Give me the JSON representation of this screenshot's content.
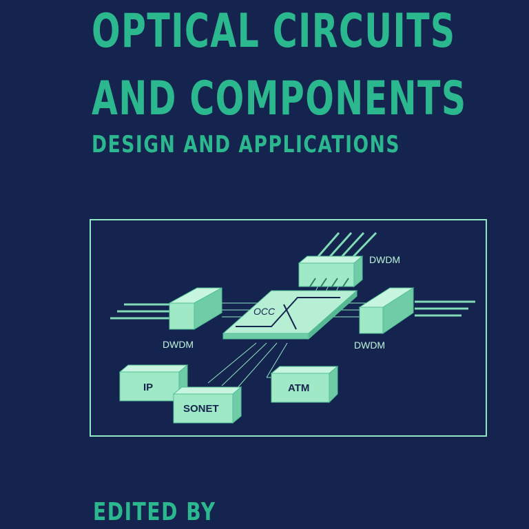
{
  "title": {
    "line1": "OPTICAL CIRCUITS",
    "line2": "AND COMPONENTS",
    "subtitle": "DESIGN AND APPLICATIONS"
  },
  "editor_heading": "EDITED BY",
  "diagram": {
    "dwdm_top": "DWDM",
    "dwdm_left": "DWDM",
    "dwdm_right": "DWDM",
    "occ": "OCC",
    "ip": "IP",
    "sonet": "SONET",
    "atm": "ATM"
  },
  "colors": {
    "background": "#14244f",
    "title": "#2cb88f",
    "box_face": "#9fe9c6",
    "box_side": "#6fcca6",
    "frame": "#8fe8c3"
  }
}
